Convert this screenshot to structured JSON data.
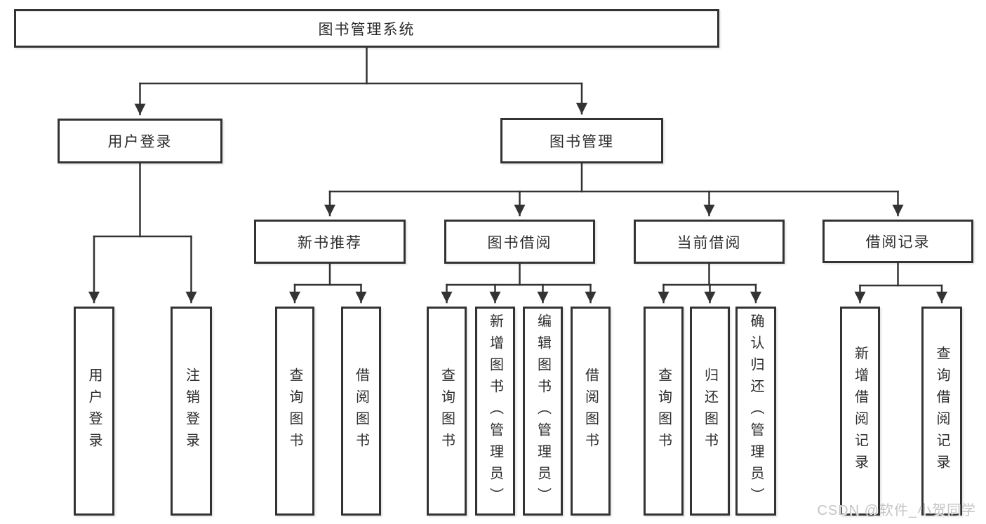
{
  "tree": {
    "root": "图书管理系统",
    "children": [
      {
        "label": "用户登录",
        "leaves": [
          "用户登录",
          "注销登录"
        ]
      },
      {
        "label": "图书管理",
        "children": [
          {
            "label": "新书推荐",
            "leaves": [
              "查询图书",
              "借阅图书"
            ]
          },
          {
            "label": "图书借阅",
            "leaves": [
              "查询图书",
              "新增图书（管理员）",
              "编辑图书（管理员）",
              "借阅图书"
            ]
          },
          {
            "label": "当前借阅",
            "leaves": [
              "查询图书",
              "归还图书",
              "确认归还（管理员）"
            ]
          },
          {
            "label": "借阅记录",
            "leaves": [
              "新增借阅记录",
              "查询借阅记录"
            ]
          }
        ]
      }
    ]
  },
  "watermark": "CSDN @软件_小贺同学",
  "colors": {
    "line": "#333333",
    "box_border": "#333333",
    "box_background": "#ffffff",
    "text": "#2d2d2d",
    "watermark": "#c4c4c4",
    "page_background": "#ffffff"
  }
}
